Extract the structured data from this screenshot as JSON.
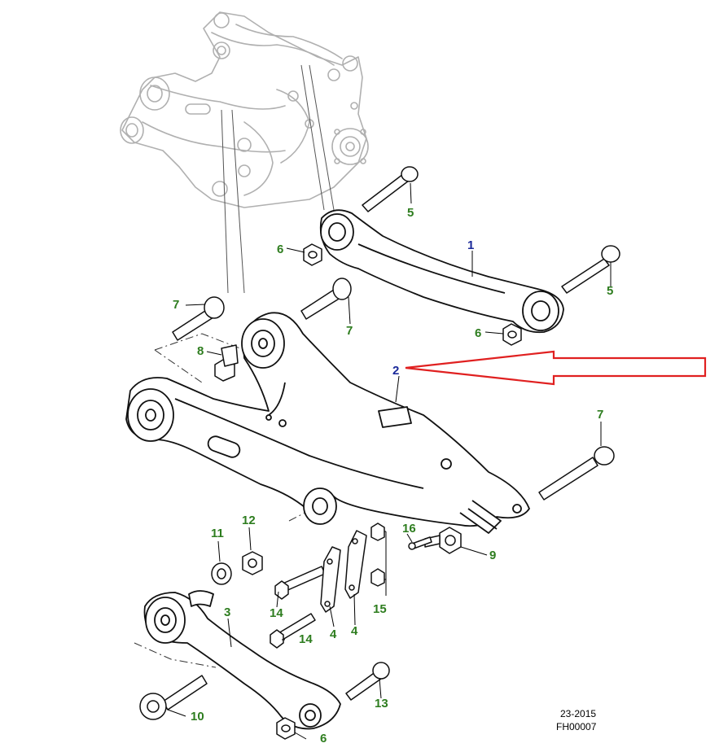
{
  "colors": {
    "part_number_green": "#2e7d1f",
    "part_number_blue": "#1b2a9a",
    "highlight_arrow": "#e02020",
    "context_lines": "#b0b0b0",
    "part_lines": "#000000"
  },
  "callouts": {
    "c1": "1",
    "c2": "2",
    "c3": "3",
    "c4a": "4",
    "c4b": "4",
    "c5a": "5",
    "c5b": "5",
    "c6a": "6",
    "c6b": "6",
    "c6c": "6",
    "c7a": "7",
    "c7b": "7",
    "c7c": "7",
    "c8": "8",
    "c9": "9",
    "c10": "10",
    "c11": "11",
    "c12": "12",
    "c13": "13",
    "c14a": "14",
    "c14b": "14",
    "c15": "15",
    "c16": "16"
  },
  "footer": {
    "date_code": "23-2015",
    "figure_code": "FH00007"
  }
}
